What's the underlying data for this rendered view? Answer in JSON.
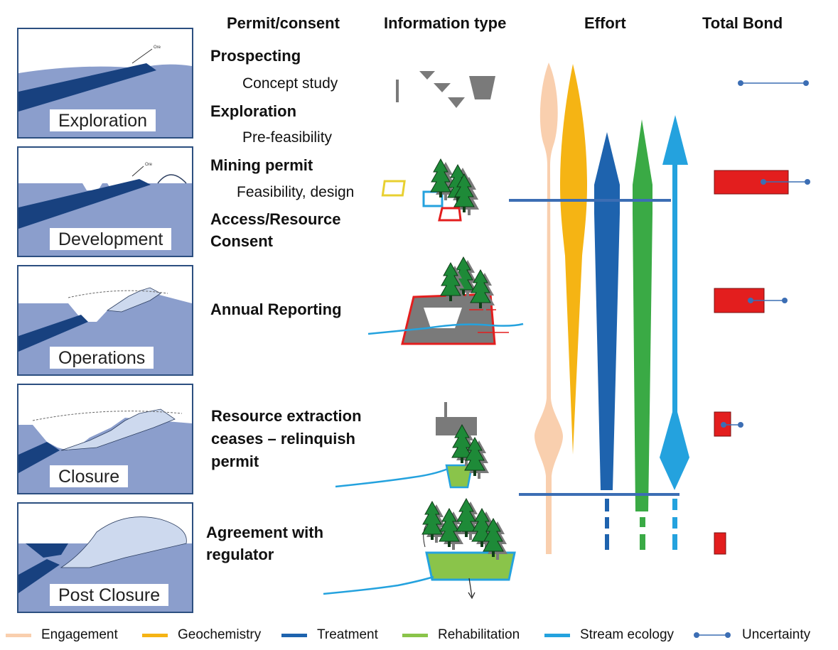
{
  "headers": {
    "permit": "Permit/consent",
    "info": "Information type",
    "effort": "Effort",
    "bond": "Total Bond"
  },
  "stages": [
    {
      "label": "Exploration"
    },
    {
      "label": "Development"
    },
    {
      "label": "Operations"
    },
    {
      "label": "Closure"
    },
    {
      "label": "Post Closure"
    }
  ],
  "panel_annotation": "Ore",
  "permits": {
    "prospecting": "Prospecting",
    "concept_study": "Concept study",
    "exploration": "Exploration",
    "pre_feasibility": "Pre-feasibility",
    "mining_permit": "Mining permit",
    "feasibility": "Feasibility, design",
    "access_line1": "Access/Resource",
    "access_line2": "Consent",
    "annual": "Annual Reporting",
    "cease_line1": "Resource extraction",
    "cease_line2": "ceases – relinquish",
    "cease_line3": "permit",
    "agreement_line1": "Agreement with",
    "agreement_line2": "regulator"
  },
  "legend": [
    {
      "label": "Engagement",
      "color": "#f9cfae"
    },
    {
      "label": "Geochemistry",
      "color": "#f5b414"
    },
    {
      "label": "Treatment",
      "color": "#1e63ae"
    },
    {
      "label": "Rehabilitation",
      "color": "#3aaa45"
    },
    {
      "label": "Stream ecology",
      "color": "#24a2de"
    },
    {
      "label": "Uncertainty",
      "color": "#3c6eb4"
    }
  ],
  "colors": {
    "panel_border": "#2c4f80",
    "ground": "#8b9ecc",
    "ore": "#18417f",
    "waste": "#cdd9ee",
    "bond": "#e31e1e",
    "divider": "#3c6eb4",
    "info_gray": "#7a7a7a",
    "tree": "#1e8a38"
  }
}
